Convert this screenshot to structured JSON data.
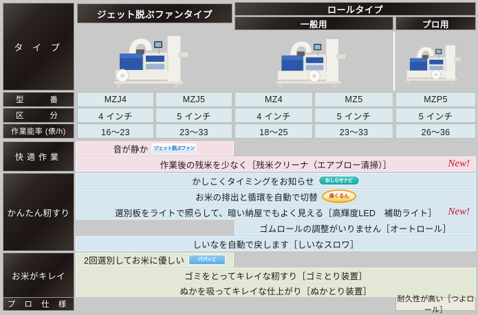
{
  "header": {
    "type_label": "タ イ プ",
    "groups": [
      {
        "name": "ジェット脱ぷファンタイプ"
      },
      {
        "name": "ロールタイプ"
      }
    ],
    "subgroups": [
      {
        "name": "一般用"
      },
      {
        "name": "プロ用"
      }
    ]
  },
  "spec_rows": [
    {
      "label": "型　　番",
      "values": [
        "MZJ4",
        "MZJ5",
        "MZ4",
        "MZ5",
        "MZP5"
      ]
    },
    {
      "label": "区　　分",
      "values": [
        "4 インチ",
        "5 インチ",
        "4 インチ",
        "5 インチ",
        "5 インチ"
      ]
    },
    {
      "label": "作業能率 (俵/h)",
      "values": [
        "16〜23",
        "23〜33",
        "18〜25",
        "23〜33",
        "26〜36"
      ]
    }
  ],
  "sections": [
    {
      "label": "快適作業",
      "color": "pink",
      "features": [
        {
          "text": "音が静か",
          "badge": "ジェット脱ぷファン",
          "badge_style": "jet",
          "span": "1-2",
          "new": false,
          "align": "center"
        },
        {
          "text": "作業後の残米を少なく［残米クリーナ（エアブロー清掃）］",
          "badge": null,
          "span": "1-5",
          "new": true,
          "align": "center"
        }
      ]
    },
    {
      "label": "かんたん籾すり",
      "color": "blue",
      "features": [
        {
          "text": "かしこくタイミングをお知らせ",
          "badge": "おしらせナビ",
          "badge_style": "navi",
          "span": "1-5",
          "new": false,
          "align": "center"
        },
        {
          "text": "お米の排出と循環を自動で切替",
          "badge": "楽くるん",
          "badge_style": "raku",
          "span": "1-5",
          "new": false,
          "align": "center"
        },
        {
          "text": "選別板をライトで照らして、暗い納屋でもよく見える［高輝度LED　補助ライト］",
          "badge": null,
          "span": "1-5",
          "new": true,
          "align": "center"
        },
        {
          "text": "ゴムロールの調整がいりません［オートロール］",
          "badge": null,
          "span": "3-5",
          "new": false,
          "align": "center"
        },
        {
          "text": "しいなを自動で戻します［しいなスロワ］",
          "badge": null,
          "span": "1-5",
          "new": false,
          "align": "center"
        }
      ]
    },
    {
      "label": "お米がキレイ",
      "color": "green",
      "features": [
        {
          "text": "2回選別してお米に優しい",
          "badge": "パパッと",
          "badge_style": "papa",
          "span": "1-2",
          "new": false,
          "align": "center"
        },
        {
          "text": "ゴミをとってキレイな籾すり［ゴミとり装置］",
          "badge": null,
          "span": "1-5",
          "new": false,
          "align": "center"
        },
        {
          "text": "ぬかを吸ってキレイな仕上がり［ぬかとり装置］",
          "badge": null,
          "span": "1-5",
          "new": false,
          "align": "center"
        }
      ]
    },
    {
      "label": "プ ロ 仕 様",
      "color": "gray",
      "features": [
        {
          "text": "耐久性が高い［つよロール］",
          "badge": null,
          "span": "5-5",
          "new": false,
          "align": "center"
        }
      ]
    }
  ],
  "colors": {
    "pink": "#f4dfe6",
    "blue": "#d6e7f2",
    "green": "#e2e8d4",
    "gray": "#c9c9c9",
    "data_cell": "#dce9ed",
    "dark_plate": "#221b19",
    "new_red": "#c0142a",
    "background": "#c9c9c9"
  }
}
